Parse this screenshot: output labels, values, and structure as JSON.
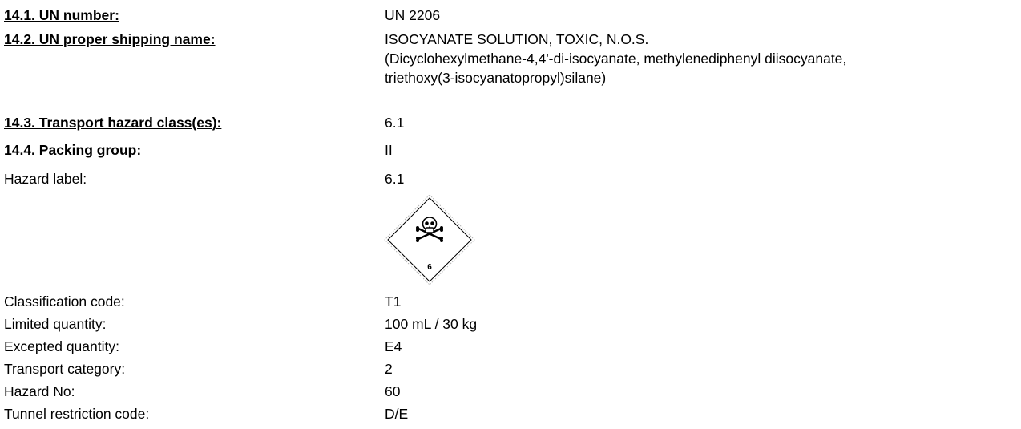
{
  "sections": [
    {
      "label": "14.1. UN number:",
      "value": "UN 2206"
    },
    {
      "label": "14.2. UN proper shipping name:",
      "lines": [
        "ISOCYANATE SOLUTION, TOXIC, N.O.S.",
        "(Dicyclohexylmethane-4,4'-di-isocyanate, methylenediphenyl diisocyanate,",
        "triethoxy(3-isocyanatopropyl)silane)"
      ]
    },
    {
      "label": "14.3. Transport hazard class(es):",
      "value": "6.1"
    },
    {
      "label": "14.4. Packing group:",
      "value": "II"
    }
  ],
  "hazard_label": {
    "label": "Hazard label:",
    "value": "6.1",
    "pictogram_number": "6",
    "pictogram_icon": "skull-and-crossbones-icon"
  },
  "details": [
    {
      "label": "Classification code:",
      "value": "T1"
    },
    {
      "label": "Limited quantity:",
      "value": "100 mL / 30 kg"
    },
    {
      "label": "Excepted quantity:",
      "value": "E4"
    },
    {
      "label": "Transport category:",
      "value": "2"
    },
    {
      "label": "Hazard No:",
      "value": "60"
    },
    {
      "label": "Tunnel restriction code:",
      "value": "D/E"
    }
  ]
}
